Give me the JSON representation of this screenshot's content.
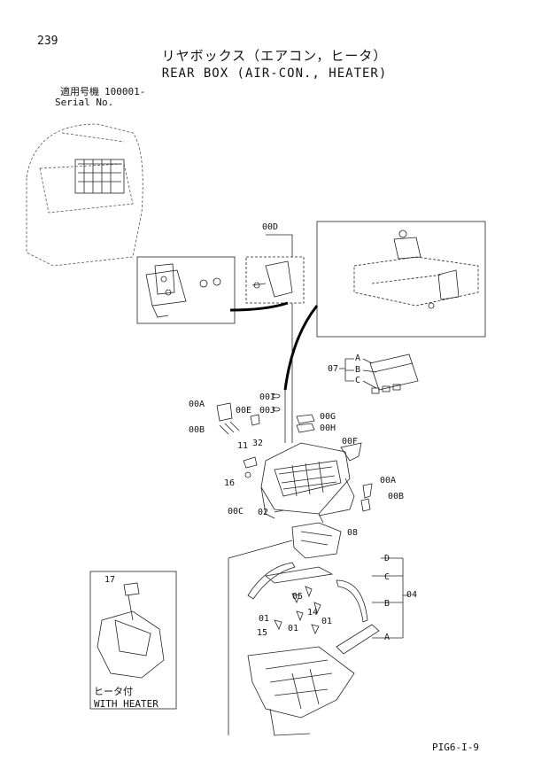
{
  "page_number": "239",
  "title_jp": "リヤボックス（エアコン，ヒータ）",
  "title_en": "REAR BOX (AIR-CON., HEATER)",
  "serial": {
    "label_jp": "適用号機",
    "label_en": "Serial No.",
    "value": "100001-"
  },
  "callouts": {
    "c00D": "00D",
    "c07": "07",
    "cA1": "A",
    "cB1": "B",
    "cC1": "C",
    "c00A_1": "00A",
    "c00I": "00I",
    "c00E": "00E",
    "c00J": "00J",
    "c00G": "00G",
    "c00H": "00H",
    "c00B_1": "00B",
    "c00F": "00F",
    "c11": "11",
    "c32": "32",
    "c16": "16",
    "c00A_2": "00A",
    "c00B_2": "00B",
    "c00C": "00C",
    "c02": "02",
    "c08": "08",
    "cD2": "D",
    "cC2": "C",
    "c04": "04",
    "c05": "05",
    "cB2": "B",
    "c01_1": "01",
    "c01_2": "01",
    "c14": "14",
    "c01_3": "01",
    "c15": "15",
    "cA2": "A",
    "c17": "17"
  },
  "inset": {
    "caption_jp": "ヒータ付",
    "caption_en": "WITH HEATER"
  },
  "footer_code": "PIG6-I-9"
}
